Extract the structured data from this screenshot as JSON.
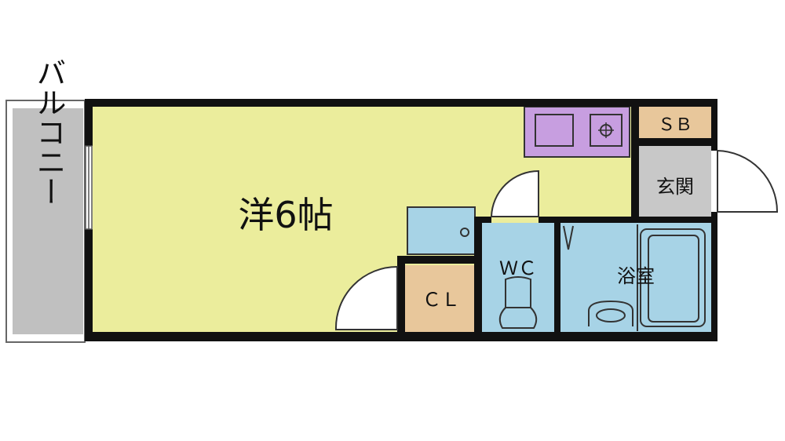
{
  "floor_plan": {
    "rooms": {
      "western_room": {
        "label": "洋6帖",
        "color": "#ebed9c"
      },
      "balcony": {
        "label": "バルコニー",
        "color": "#c0c0c0"
      },
      "closet": {
        "label": "ＣＬ",
        "color": "#e8c79b"
      },
      "toilet": {
        "label": "ＷＣ",
        "color": "#a7d3e6"
      },
      "bathroom": {
        "label": "浴室",
        "color": "#a7d3e6"
      },
      "entrance": {
        "label": "玄関",
        "color": "#c8c8c8"
      },
      "shoe_box": {
        "label": "ＳＢ",
        "color": "#e8c79b"
      }
    },
    "fixtures": {
      "kitchen_color": "#c79ee0",
      "washer_color": "#a7d3e6",
      "wall_color": "#111111"
    }
  }
}
